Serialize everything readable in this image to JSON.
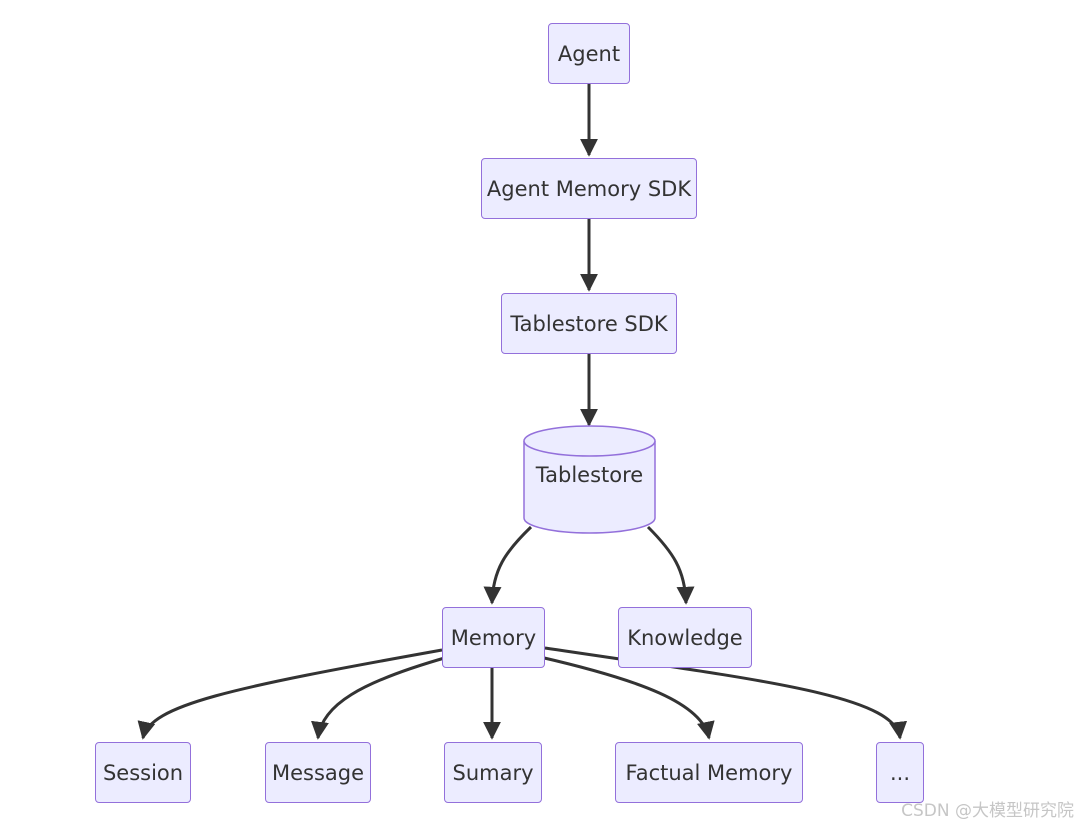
{
  "diagram": {
    "nodes": {
      "agent": "Agent",
      "agent_memory_sdk": "Agent Memory SDK",
      "tablestore_sdk": "Tablestore SDK",
      "tablestore": "Tablestore",
      "memory": "Memory",
      "knowledge": "Knowledge",
      "session": "Session",
      "message": "Message",
      "sumary": "Sumary",
      "factual_memory": "Factual Memory",
      "more": "..."
    },
    "edges": [
      {
        "from": "Agent",
        "to": "Agent Memory SDK"
      },
      {
        "from": "Agent Memory SDK",
        "to": "Tablestore SDK"
      },
      {
        "from": "Tablestore SDK",
        "to": "Tablestore"
      },
      {
        "from": "Tablestore",
        "to": "Memory"
      },
      {
        "from": "Tablestore",
        "to": "Knowledge"
      },
      {
        "from": "Memory",
        "to": "Session"
      },
      {
        "from": "Memory",
        "to": "Message"
      },
      {
        "from": "Memory",
        "to": "Sumary"
      },
      {
        "from": "Memory",
        "to": "Factual Memory"
      },
      {
        "from": "Memory",
        "to": "..."
      }
    ],
    "colors": {
      "node_fill": "#ECECFF",
      "node_border": "#9370DB",
      "edge": "#333333",
      "text": "#333333"
    }
  },
  "watermark": "CSDN @大模型研究院"
}
